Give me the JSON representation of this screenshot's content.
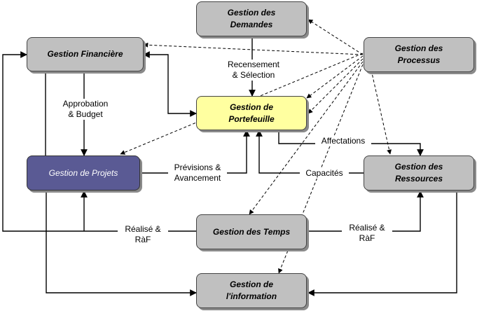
{
  "nodes": {
    "gestion_demandes": "Gestion des\nDemandes",
    "gestion_financiere": "Gestion Financière",
    "gestion_processus": "Gestion des\nProcessus",
    "gestion_portefeuille": "Gestion de\nPortefeuille",
    "gestion_projets": "Gestion de Projets",
    "gestion_ressources": "Gestion des\nRessources",
    "gestion_temps": "Gestion des Temps",
    "gestion_information": "Gestion de\nl'information"
  },
  "labels": {
    "recensement": "Recensement\n& Sélection",
    "approbation": "Approbation\n& Budget",
    "affectations": "Affectations",
    "previsions": "Prévisions &\nAvancement",
    "capacites": "Capacités",
    "realise_left": "Réalisé &\nRàF",
    "realise_right": "Réalisé &\nRàF"
  },
  "colors": {
    "box_fill": "#c0c0c0",
    "portefeuille_fill": "#ffffa0",
    "projets_fill": "#5a5a94",
    "line": "#000000"
  }
}
